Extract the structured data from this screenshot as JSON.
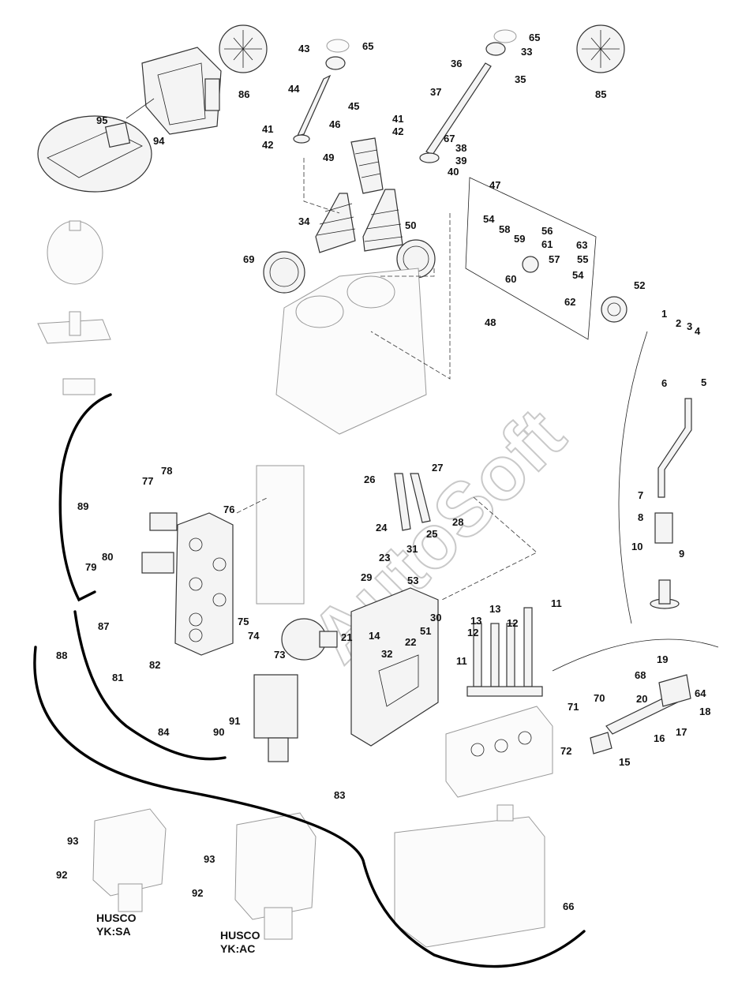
{
  "watermark": "AutoSoft",
  "captions": {
    "sa_line1": "HUSCO",
    "sa_line2": "YK:SA",
    "ac_line1": "HUSCO",
    "ac_line2": "YK:AC"
  },
  "callouts": {
    "c1": "1",
    "c2": "2",
    "c3": "3",
    "c4": "4",
    "c5": "5",
    "c6": "6",
    "c7": "7",
    "c8": "8",
    "c9": "9",
    "c10": "10",
    "c11a": "11",
    "c11b": "11",
    "c12a": "12",
    "c12b": "12",
    "c13a": "13",
    "c13b": "13",
    "c14": "14",
    "c15": "15",
    "c16": "16",
    "c17": "17",
    "c18": "18",
    "c19": "19",
    "c20": "20",
    "c21": "21",
    "c22": "22",
    "c23": "23",
    "c24": "24",
    "c25": "25",
    "c26": "26",
    "c27": "27",
    "c28": "28",
    "c29": "29",
    "c30": "30",
    "c31": "31",
    "c32": "32",
    "c33": "33",
    "c34": "34",
    "c35": "35",
    "c36": "36",
    "c37": "37",
    "c38": "38",
    "c39": "39",
    "c40": "40",
    "c41a": "41",
    "c41b": "41",
    "c42a": "42",
    "c42b": "42",
    "c43": "43",
    "c44": "44",
    "c45": "45",
    "c46": "46",
    "c47": "47",
    "c48": "48",
    "c49": "49",
    "c50": "50",
    "c51": "51",
    "c52": "52",
    "c53": "53",
    "c54a": "54",
    "c54b": "54",
    "c55": "55",
    "c56": "56",
    "c57": "57",
    "c58": "58",
    "c59": "59",
    "c60": "60",
    "c61": "61",
    "c62": "62",
    "c63": "63",
    "c64": "64",
    "c65a": "65",
    "c65b": "65",
    "c66": "66",
    "c67": "67",
    "c68": "68",
    "c69": "69",
    "c70": "70",
    "c71": "71",
    "c72": "72",
    "c73": "73",
    "c74": "74",
    "c75": "75",
    "c76": "76",
    "c77": "77",
    "c78": "78",
    "c79": "79",
    "c80": "80",
    "c81": "81",
    "c82": "82",
    "c83": "83",
    "c84": "84",
    "c85": "85",
    "c86": "86",
    "c87": "87",
    "c88": "88",
    "c89": "89",
    "c90": "90",
    "c91": "91",
    "c92a": "92",
    "c92b": "92",
    "c93a": "93",
    "c93b": "93",
    "c94": "94",
    "c95": "95"
  }
}
